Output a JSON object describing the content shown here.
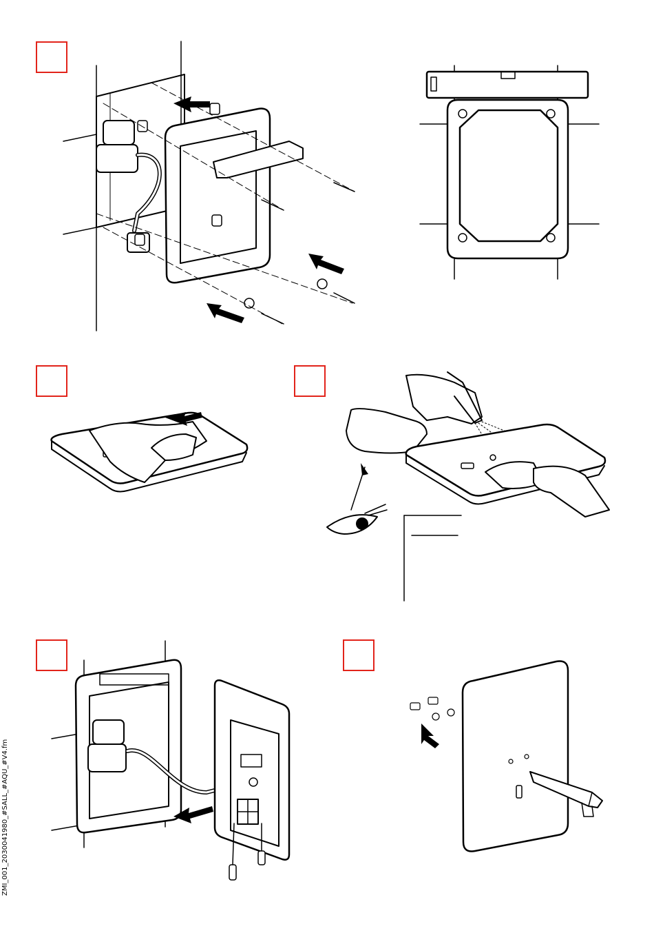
{
  "document": {
    "side_code": "ZMI_001_2030041980_#SALL_#AQU_#V4.fm",
    "step_boxes": [
      {
        "id": "step-box-1",
        "number": ""
      },
      {
        "id": "step-box-2",
        "number": ""
      },
      {
        "id": "step-box-3",
        "number": ""
      },
      {
        "id": "step-box-4",
        "number": ""
      },
      {
        "id": "step-box-5",
        "number": ""
      }
    ],
    "accent_color": "#e2231a",
    "line_color": "#000000"
  }
}
